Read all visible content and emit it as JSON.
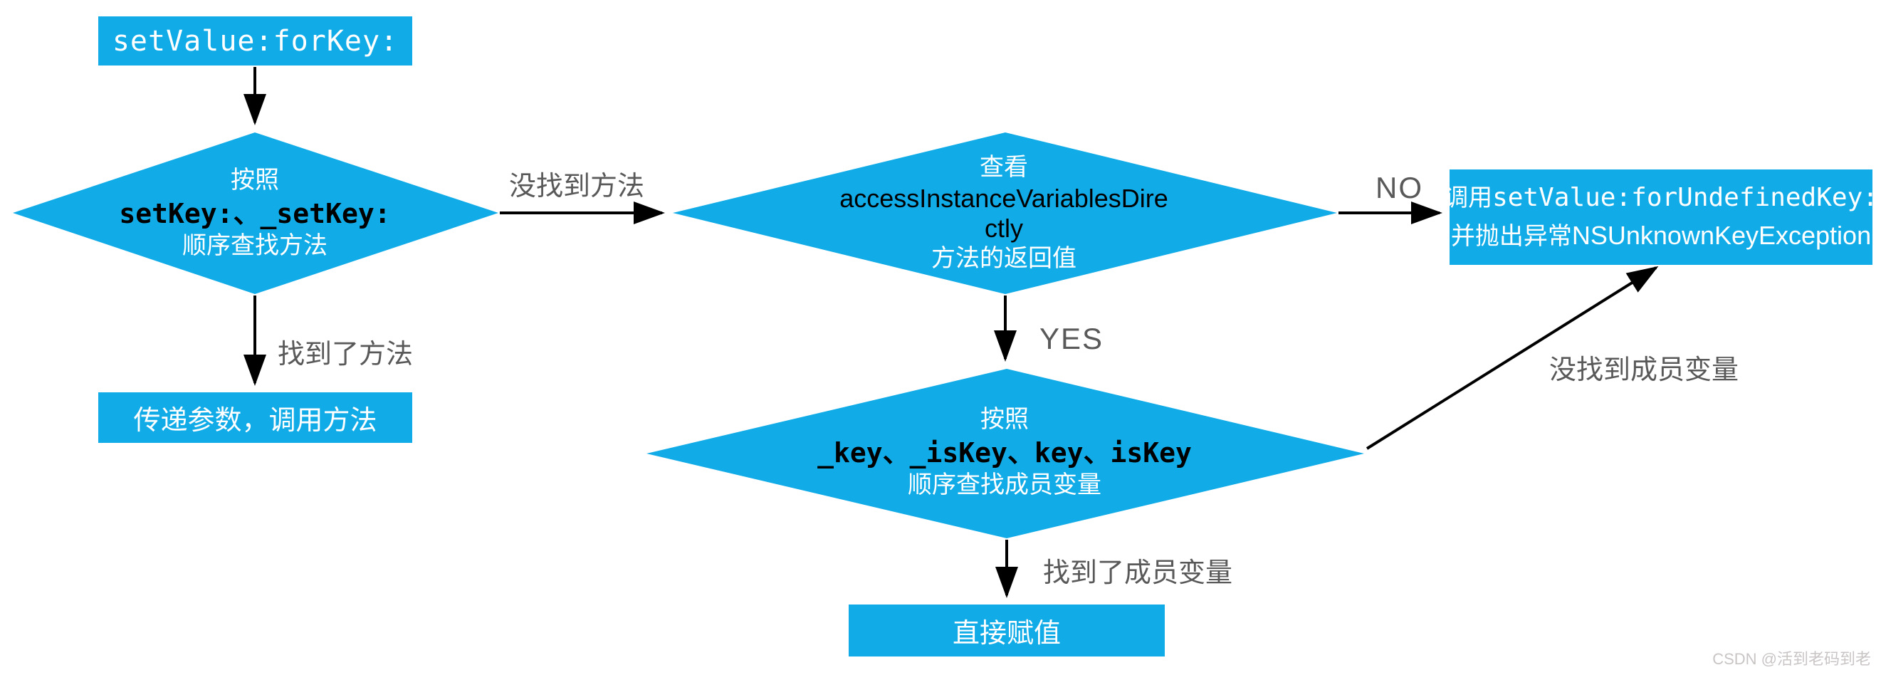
{
  "colors": {
    "background": "#ffffff",
    "node_blue": "#11ACE8",
    "node_text_white": "#ffffff",
    "code_black": "#000000",
    "arrow_black": "#000000",
    "edge_label_gray": "#595959",
    "watermark_gray": "#C9C5C5"
  },
  "nodes": {
    "start": {
      "label": "setValue:forKey:"
    },
    "call_method": {
      "label": "传递参数，调用方法"
    },
    "assign": {
      "label": "直接赋值"
    },
    "undefined_key": {
      "line1_prefix": "调用",
      "line1_code": "setValue:forUndefinedKey:",
      "line2_prefix": "并抛出异常",
      "line2_code": "NSUnknownKeyException"
    }
  },
  "diamonds": {
    "find_method": {
      "line1": "按照",
      "line2": "setKey:、_setKey:",
      "line3": "顺序查找方法"
    },
    "check_access": {
      "line1": "查看",
      "line2": "accessInstanceVariablesDire",
      "line3": "ctly",
      "line4": "方法的返回值"
    },
    "find_ivar": {
      "line1": "按照",
      "line2": "_key、_isKey、key、isKey",
      "line3": "顺序查找成员变量"
    }
  },
  "edge_labels": {
    "method_not_found": "没找到方法",
    "method_found": "找到了方法",
    "no": "NO",
    "yes": "YES",
    "ivar_not_found": "没找到成员变量",
    "ivar_found": "找到了成员变量"
  },
  "watermark": "CSDN @活到老码到老"
}
